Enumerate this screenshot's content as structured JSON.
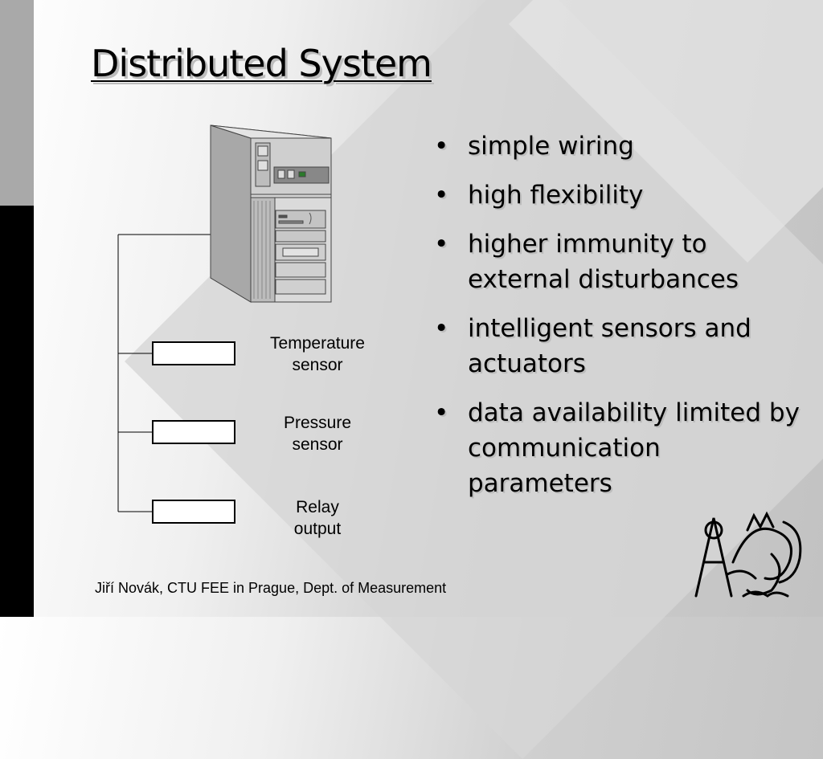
{
  "title": "Distributed System",
  "bullets": [
    "simple wiring",
    "high flexibility",
    "higher immunity to external disturbances",
    "intelligent sensors and actuators",
    "data availability limited by communication parameters"
  ],
  "bullet_glyph": "•",
  "sensors": [
    {
      "label_line1": "Temperature",
      "label_line2": "sensor"
    },
    {
      "label_line1": "Pressure",
      "label_line2": "sensor"
    },
    {
      "label_line1": "Relay",
      "label_line2": "output"
    }
  ],
  "footer": "Jiří Novák, CTU FEE in Prague, Dept. of Measurement",
  "icons": {
    "computer": "computer-tower-icon",
    "logo": "ctu-lion-logo-icon"
  }
}
